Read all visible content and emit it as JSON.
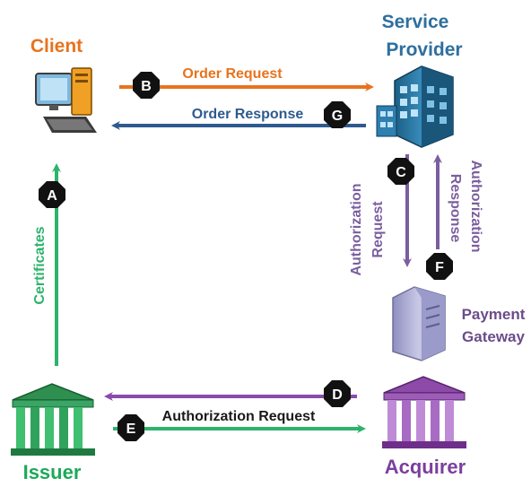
{
  "nodes": {
    "client": {
      "label": "Client",
      "color": "#e8731d"
    },
    "service_provider": {
      "line1": "Service",
      "line2": "Provider",
      "color": "#2e6f9e"
    },
    "payment_gateway": {
      "line1": "Payment",
      "line2": "Gateway",
      "color": "#6b4c8a"
    },
    "issuer": {
      "label": "Issuer",
      "color": "#1ea85a"
    },
    "acquirer": {
      "label": "Acquirer",
      "color": "#7b3f9e"
    }
  },
  "steps": {
    "a": {
      "marker": "A",
      "label": "Certificates",
      "color": "#2db36b"
    },
    "b": {
      "marker": "B",
      "label": "Order Request",
      "color": "#e8731d"
    },
    "c": {
      "marker": "C",
      "line1": "Authorization",
      "line2": "Request",
      "color": "#7b5e9e"
    },
    "d": {
      "marker": "D",
      "color": "#8a4bab"
    },
    "e": {
      "marker": "E",
      "label": "Authorization Request",
      "color": "#2db36b"
    },
    "f": {
      "marker": "F",
      "line1": "Authorization",
      "line2": "Response",
      "color": "#7b5e9e"
    },
    "g": {
      "marker": "G",
      "label": "Order Response",
      "color": "#2e5a8e"
    }
  },
  "icons": {
    "client": "desktop-computer-icon",
    "service_provider": "office-building-icon",
    "payment_gateway": "server-tower-icon",
    "issuer": "bank-building-icon",
    "acquirer": "bank-building-icon"
  }
}
